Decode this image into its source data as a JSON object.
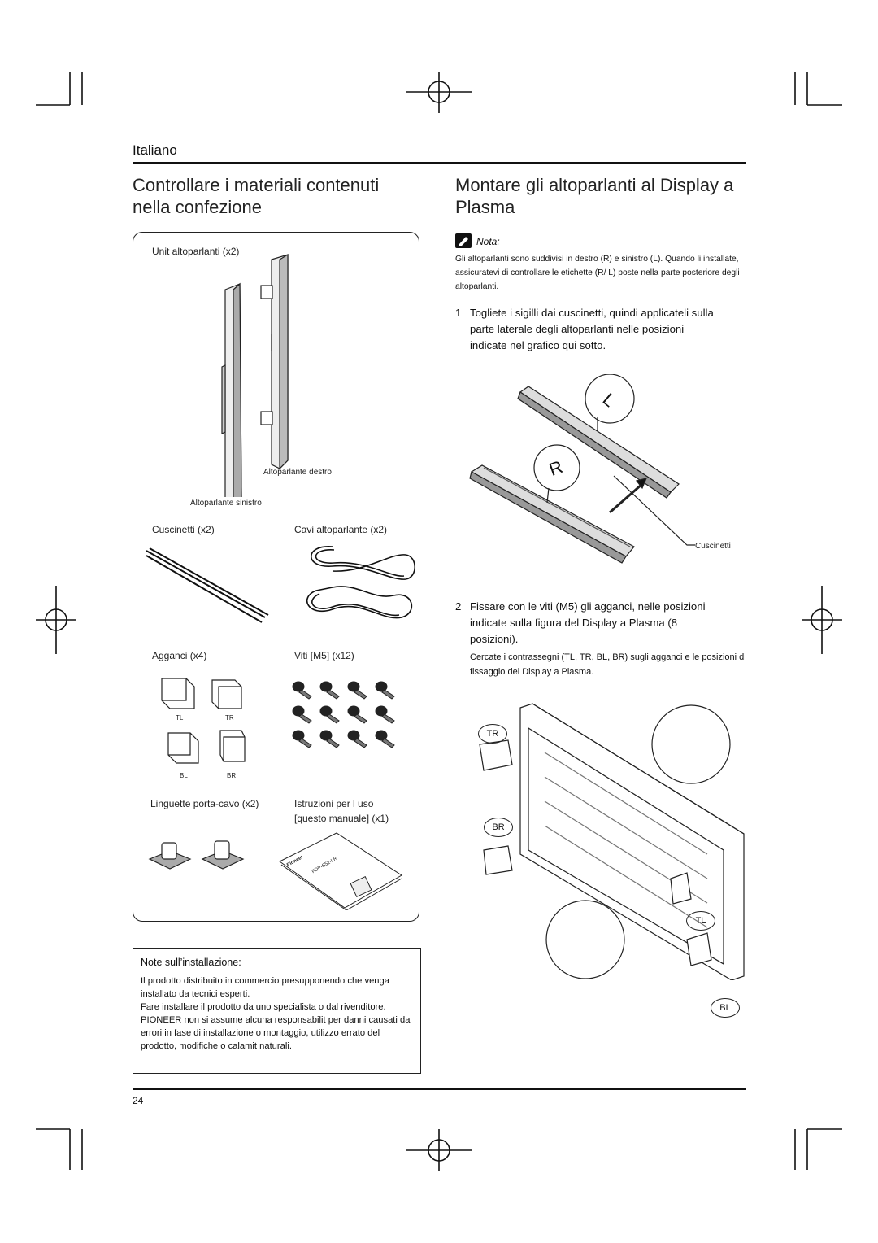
{
  "language": "Italiano",
  "left": {
    "heading": "Controllare i materiali contenuti nella confezione",
    "contents": {
      "speaker_units": "Unit  altoparlanti (x2)",
      "right_speaker": "Altoparlante destro",
      "left_speaker": "Altoparlante sinistro",
      "cushions": "Cuscinetti (x2)",
      "speaker_cables": "Cavi altoparlante (x2)",
      "brackets": "Agganci (x4)",
      "screws": "Viti [M5]  (x12)",
      "bracket_tags": [
        "TL",
        "TR",
        "BL",
        "BR"
      ],
      "cable_tabs": "Linguette porta-cavo (x2)",
      "manual_line1": "Istruzioni per l uso",
      "manual_line2": "[questo manuale]  (x1)",
      "manual_brand": "Pioneer",
      "manual_model": "PDP-S52-LR"
    },
    "install_notes": {
      "title": "Note sull’installazione:",
      "lines": [
        "Il prodotto   distribuito in commercio presupponendo che venga installato da tecnici esperti.",
        "Fare installare il prodotto da uno specialista o dal rivenditore.",
        "PIONEER non si assume alcuna responsabilit  per danni causati da errori in fase di installazione o montaggio, utilizzo errato del prodotto, modifiche o calamit  naturali."
      ]
    }
  },
  "right": {
    "heading": "Montare gli altoparlanti al Display a Plasma",
    "note_label": "Nota:",
    "note_text": "Gli altoparlanti sono suddivisi in destro (R) e sinistro (L). Quando li installate, assicuratevi di controllare le etichette (R/ L) poste nella parte posteriore degli altoparlanti.",
    "steps": [
      {
        "num": "1",
        "text": "Togliete i sigilli dai cuscinetti, quindi applicateli sulla parte laterale degli altoparlanti nelle posizioni indicate nel grafico qui sotto."
      },
      {
        "num": "2",
        "text": "Fissare con le viti (M5) gli agganci, nelle posizioni indicate sulla figura del Display a Plasma (8 posizioni)."
      }
    ],
    "step2_sub": "Cercate i contrassegni (TL, TR, BL, BR) sugli agganci e le posizioni di fissaggio del Display a Plasma.",
    "fig1": {
      "cushion_label": "Cuscinetti",
      "mark_l": "L",
      "mark_r": "R"
    },
    "fig2": {
      "tags": [
        "TR",
        "BR",
        "TL",
        "BL"
      ]
    }
  },
  "page_number": "24"
}
